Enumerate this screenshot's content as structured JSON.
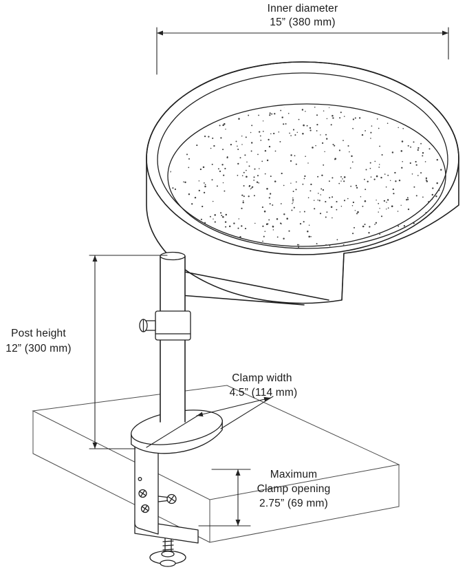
{
  "colors": {
    "line": "#1f1f1f",
    "thin_line": "#4a4a4a",
    "text": "#1a1a1a",
    "background": "#ffffff"
  },
  "annotations": {
    "inner_diameter": {
      "label": "Inner diameter",
      "value": "15” (380 mm)"
    },
    "post_height": {
      "label": "Post height",
      "value": "12” (300 mm)"
    },
    "clamp_width": {
      "label": "Clamp width",
      "value": "4.5” (114 mm)"
    },
    "clamp_opening": {
      "label_line1": "Maximum",
      "label_line2": "Clamp opening",
      "value": "2.75” (69 mm)"
    }
  }
}
